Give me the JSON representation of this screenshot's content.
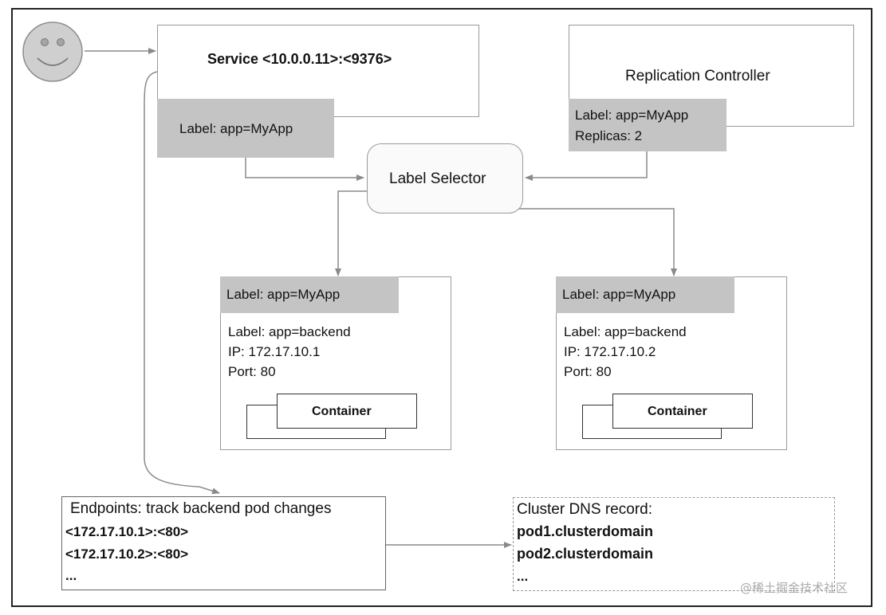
{
  "service": {
    "title": "Service <10.0.0.11>:<9376>",
    "label": "Label: app=MyApp"
  },
  "replication_controller": {
    "title": "Replication Controller",
    "label": "Label: app=MyApp",
    "replicas": "Replicas: 2"
  },
  "label_selector": {
    "title": "Label Selector"
  },
  "pods": [
    {
      "label": "Label: app=MyApp",
      "lines": [
        "Label: app=backend",
        "IP: 172.17.10.1",
        "Port: 80"
      ],
      "container": "Container"
    },
    {
      "label": "Label: app=MyApp",
      "lines": [
        "Label: app=backend",
        "IP: 172.17.10.2",
        "Port: 80"
      ],
      "container": "Container"
    }
  ],
  "endpoints": {
    "title": "Endpoints: track backend pod changes",
    "lines": [
      "<172.17.10.1>:<80>",
      "<172.17.10.2>:<80>",
      "..."
    ]
  },
  "dns": {
    "title": "Cluster DNS record:",
    "lines": [
      "pod1.clusterdomain",
      "pod2.clusterdomain",
      "..."
    ]
  },
  "watermark": "@稀土掘金技术社区",
  "colors": {
    "label_fill": "#c4c4c4",
    "arrow": "#8a8a8a",
    "smiley": "#cfcfcf"
  }
}
